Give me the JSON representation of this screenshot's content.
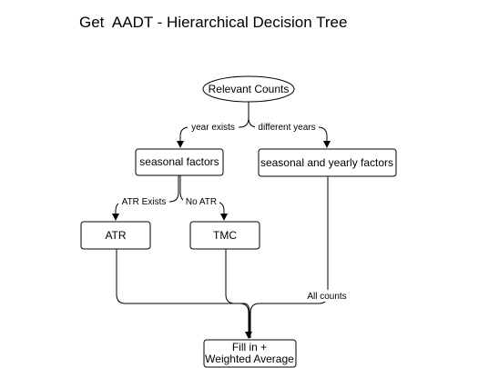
{
  "title": "Get  AADT - Hierarchical Decision Tree",
  "nodes": {
    "root": "Relevant Counts",
    "seasonal": "seasonal factors",
    "seasonal_yearly": "seasonal and yearly factors",
    "atr": "ATR",
    "tmc": "TMC",
    "result_line1": "Fill in +",
    "result_line2": "Weighted Average"
  },
  "edges": {
    "year_exists": "year exists",
    "different_years": "different years",
    "atr_exists": "ATR Exists",
    "no_atr": "No ATR",
    "all_counts": "All counts"
  }
}
